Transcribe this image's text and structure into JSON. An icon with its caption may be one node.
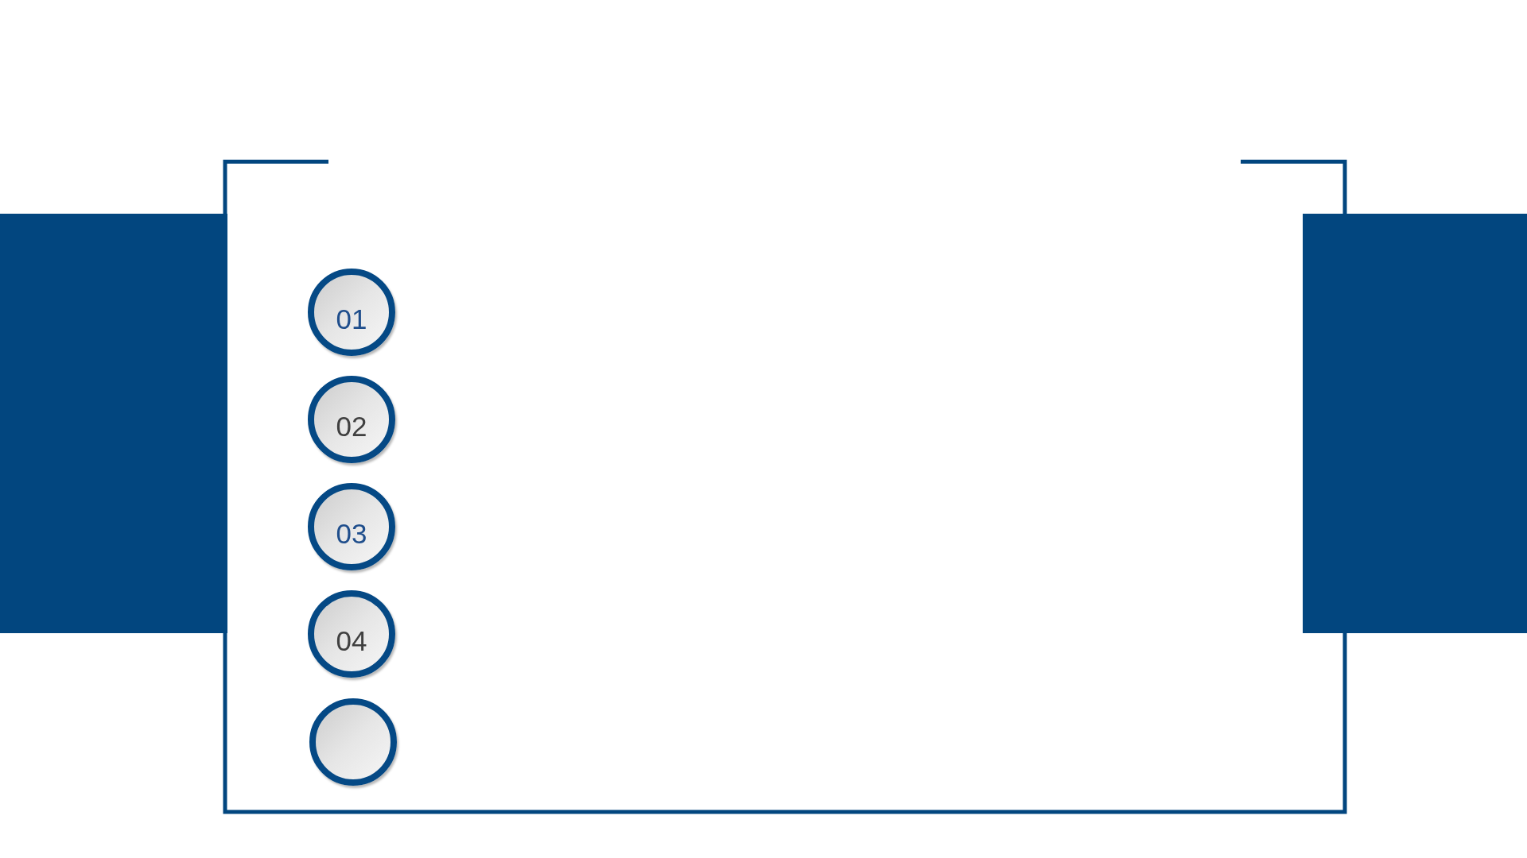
{
  "diagram": {
    "nodes": [
      {
        "text": [
          "01"
        ]
      },
      {
        "text": [
          "02"
        ]
      },
      {
        "text": [
          "03"
        ]
      },
      {
        "text": [
          "04"
        ]
      },
      {
        "text": [],
        "shape": "circle"
      }
    ]
  }
}
